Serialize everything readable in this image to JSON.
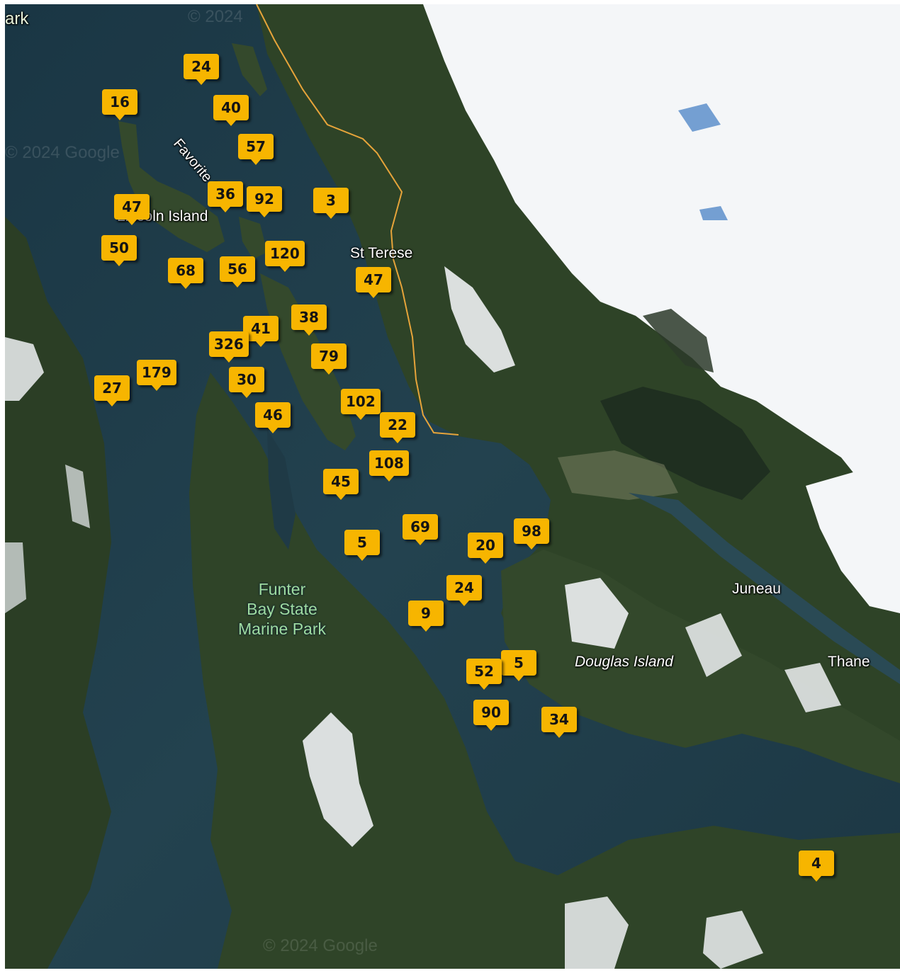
{
  "map": {
    "type": "satellite",
    "labels": {
      "park_edge": "ark",
      "lincoln_island": "Lincoln Island",
      "favorite_channel": "Favorite Ch",
      "st_terese": "St Terese",
      "funter_bay": "Funter\nBay State\nMarine Park",
      "juneau": "Juneau",
      "douglas_island": "Douglas Island",
      "thane": "Thane"
    },
    "watermarks": [
      "© 2024",
      "© 2024 Google",
      "© 2024 Google"
    ]
  },
  "markers": [
    {
      "count": "24"
    },
    {
      "count": "16"
    },
    {
      "count": "40"
    },
    {
      "count": "57"
    },
    {
      "count": "36"
    },
    {
      "count": "92"
    },
    {
      "count": "3"
    },
    {
      "count": "47"
    },
    {
      "count": "50"
    },
    {
      "count": "120"
    },
    {
      "count": "68"
    },
    {
      "count": "56"
    },
    {
      "count": "47"
    },
    {
      "count": "38"
    },
    {
      "count": "41"
    },
    {
      "count": "326"
    },
    {
      "count": "79"
    },
    {
      "count": "179"
    },
    {
      "count": "27"
    },
    {
      "count": "30"
    },
    {
      "count": "102"
    },
    {
      "count": "46"
    },
    {
      "count": "22"
    },
    {
      "count": "108"
    },
    {
      "count": "45"
    },
    {
      "count": "69"
    },
    {
      "count": "98"
    },
    {
      "count": "5"
    },
    {
      "count": "20"
    },
    {
      "count": "24"
    },
    {
      "count": "9"
    },
    {
      "count": "5"
    },
    {
      "count": "52"
    },
    {
      "count": "90"
    },
    {
      "count": "34"
    },
    {
      "count": "4"
    }
  ],
  "colors": {
    "marker": "#f7b500",
    "water": "#1d3a47",
    "forest": "#2c3f25",
    "snow": "#f4f6f8",
    "road": "#e6a43a"
  }
}
